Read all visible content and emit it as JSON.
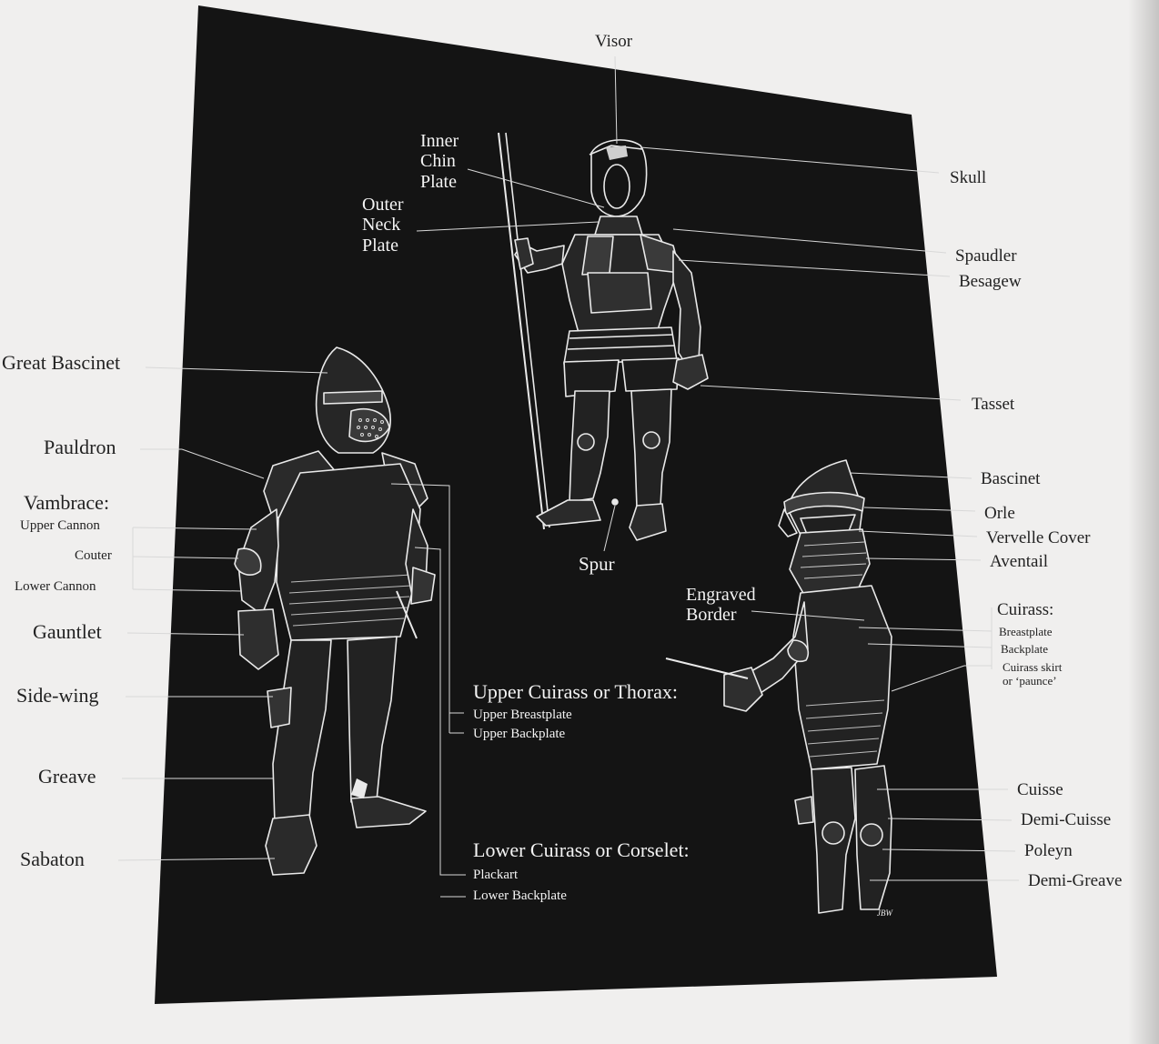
{
  "labels": {
    "visor": "Visor",
    "inner_chin_plate": "Inner\nChin\nPlate",
    "outer_neck_plate": "Outer\nNeck\nPlate",
    "skull": "Skull",
    "spaudler": "Spaudler",
    "besagew": "Besagew",
    "tasset": "Tasset",
    "great_bascinet": "Great Bascinet",
    "pauldron": "Pauldron",
    "vambrace": "Vambrace:",
    "upper_cannon": "Upper Cannon",
    "couter": "Couter",
    "lower_cannon": "Lower Cannon",
    "gauntlet": "Gauntlet",
    "side_wing": "Side-wing",
    "greave": "Greave",
    "sabaton": "Sabaton",
    "spur": "Spur",
    "upper_cuirass": "Upper Cuirass or Thorax:",
    "upper_breastplate": "Upper Breastplate",
    "upper_backplate": "Upper Backplate",
    "lower_cuirass": "Lower Cuirass or Corselet:",
    "plackart": "Plackart",
    "lower_backplate": "Lower Backplate",
    "bascinet": "Bascinet",
    "orle": "Orle",
    "vervelle_cover": "Vervelle Cover",
    "aventail": "Aventail",
    "engraved_border": "Engraved\nBorder",
    "cuirass": "Cuirass:",
    "breastplate": "Breastplate",
    "backplate": "Backplate",
    "cuirass_skirt": "Cuirass skirt\nor ‘paunce’",
    "cuisse": "Cuisse",
    "demi_cuisse": "Demi-Cuisse",
    "poleyn": "Poleyn",
    "demi_greave": "Demi-Greave",
    "signature": "JBW"
  },
  "colors": {
    "paper": "#f0efee",
    "panel": "#141414",
    "ink": "#222222",
    "chalk": "#f4f4f4"
  }
}
